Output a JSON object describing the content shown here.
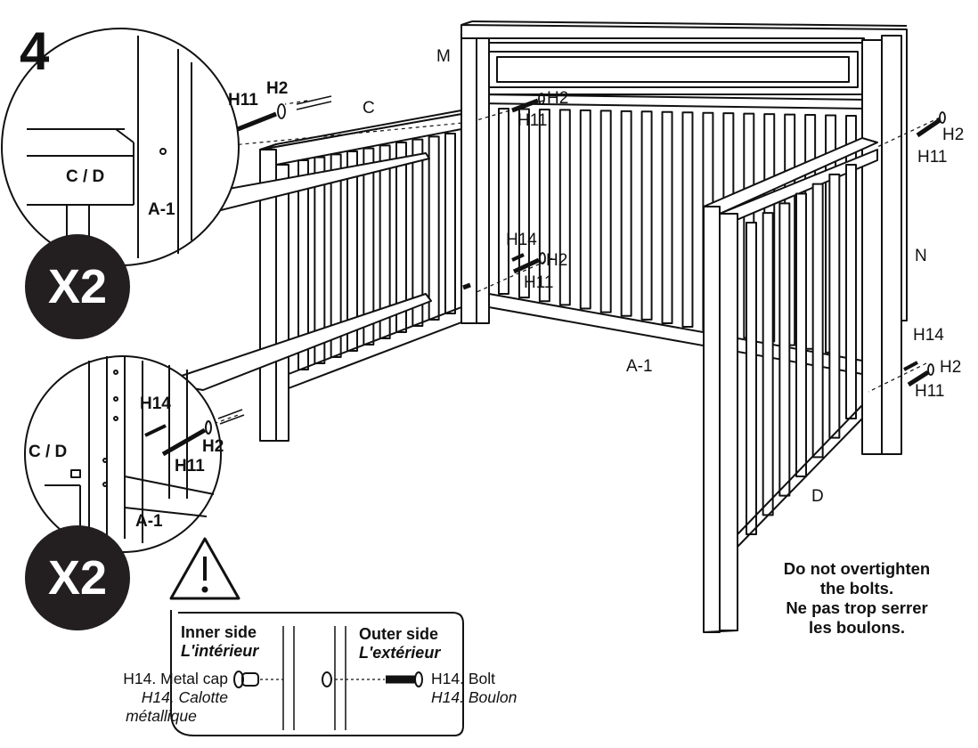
{
  "step": {
    "number": "4"
  },
  "badges": {
    "top": "X2",
    "bottom": "X2"
  },
  "labels": {
    "M": "M",
    "C": "C",
    "N": "N",
    "D": "D",
    "A1": "A-1",
    "H2": "H2",
    "H11": "H11",
    "H14": "H14",
    "CD": "C / D"
  },
  "warning": {
    "en_line1": "Do not overtighten",
    "en_line2": "the bolts.",
    "fr_line1": "Ne pas trop serrer",
    "fr_line2": "les boulons."
  },
  "legend": {
    "inner_en": "Inner side",
    "inner_fr": "L'intérieur",
    "outer_en": "Outer side",
    "outer_fr": "L'extérieur",
    "cap_en": "H14. Metal cap",
    "cap_fr_1": "H14. Calotte",
    "cap_fr_2": "métallique",
    "bolt_en": "H14. Bolt",
    "bolt_fr": "H14. Boulon"
  }
}
